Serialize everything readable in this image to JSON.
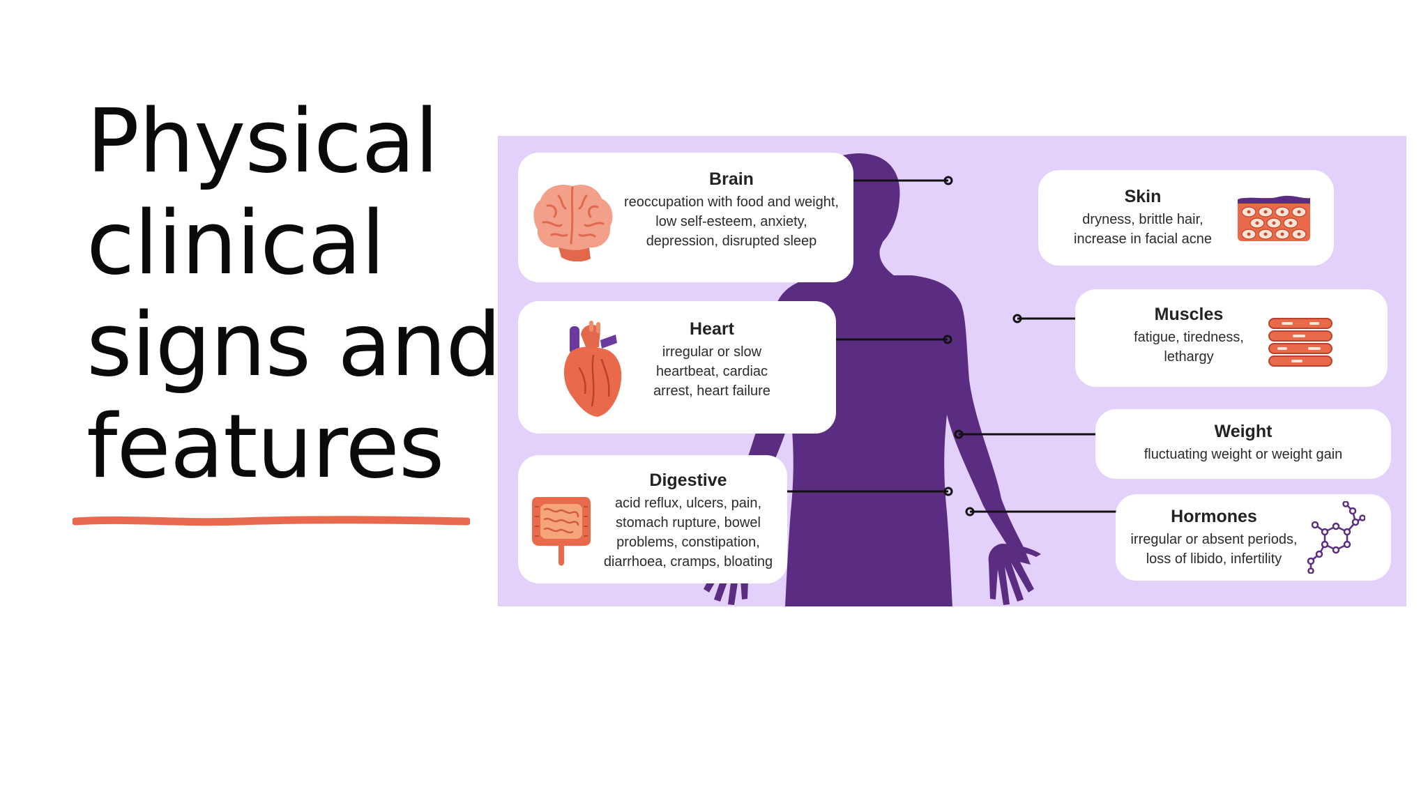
{
  "slide": {
    "title_lines": [
      "Physical",
      "clinical",
      "signs and",
      "features"
    ]
  },
  "colors": {
    "background": "#ffffff",
    "panel": "#e3d0fb",
    "silhouette": "#5b2d82",
    "underline": "#e9694f",
    "card": "#ffffff",
    "organ": "#ef7a55"
  },
  "cards": {
    "brain": {
      "heading": "Brain",
      "lines": [
        "reoccupation with food and weight,",
        "low self-esteem, anxiety,",
        "depression, disrupted sleep"
      ],
      "icon": "brain-icon"
    },
    "heart": {
      "heading": "Heart",
      "lines": [
        "irregular or slow",
        "heartbeat, cardiac",
        "arrest, heart failure"
      ],
      "icon": "heart-organ-icon"
    },
    "digestive": {
      "heading": "Digestive",
      "lines": [
        "acid reflux, ulcers, pain,",
        "stomach rupture, bowel",
        "problems, constipation,",
        "diarrhoea, cramps, bloating"
      ],
      "icon": "intestines-icon"
    },
    "skin": {
      "heading": "Skin",
      "lines": [
        "dryness, brittle hair,",
        "increase in facial acne"
      ],
      "icon": "skin-cells-icon"
    },
    "muscles": {
      "heading": "Muscles",
      "lines": [
        "fatigue, tiredness,",
        "lethargy"
      ],
      "icon": "muscle-fibers-icon"
    },
    "weight": {
      "heading": "Weight",
      "lines": [
        "fluctuating weight or weight gain"
      ]
    },
    "hormones": {
      "heading": "Hormones",
      "lines": [
        "irregular or absent periods,",
        "loss of libido, infertility"
      ],
      "icon": "molecule-icon"
    }
  }
}
